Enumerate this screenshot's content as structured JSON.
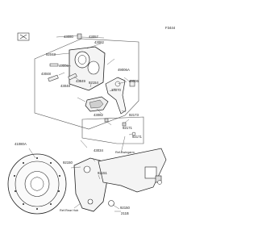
{
  "diagram": {
    "page_code": "F3444",
    "labels": {
      "p43080": "43080",
      "p43057": "43057",
      "p43082": "43082",
      "p92043": "92043",
      "p43048_a": "43048",
      "p49006": "49006",
      "p43049": "43049",
      "p92154": "92154",
      "p13070": "13070",
      "p49006a": "49006A",
      "p49006_b": "49006",
      "p43048_b": "43048",
      "p43082_b": "43082",
      "p92173": "92173",
      "p92171": "92171",
      "p92171_b": "92171",
      "p43034": "43034",
      "ref_swingarm": "Ref.Swingarm",
      "p41080a": "41080A",
      "p92150": "92150",
      "p92151": "92151",
      "ref_rear_hub": "Ref.Rear Hub",
      "p92150_b": "92150",
      "p211b": "211B"
    }
  }
}
